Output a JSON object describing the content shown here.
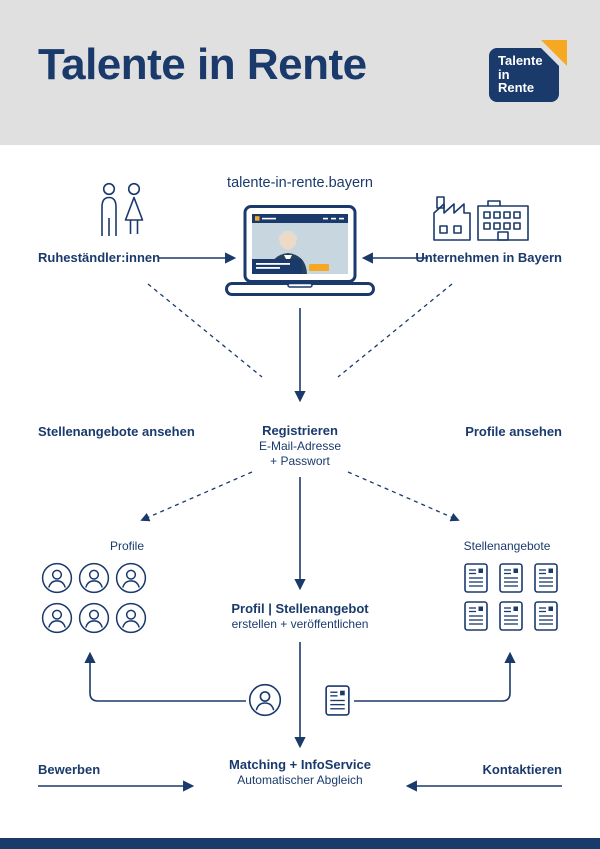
{
  "colors": {
    "navy": "#1a3a6c",
    "orange": "#f7a823",
    "header_bg": "#e0e0e0",
    "screen_photo_bg": "#c8d6df"
  },
  "header": {
    "title": "Talente in Rente",
    "logo_lines": [
      "Talente",
      "in",
      "Rente"
    ]
  },
  "flow": {
    "url": "talente-in-rente.bayern",
    "left_actor": "Ruheständler:innen",
    "right_actor": "Unternehmen in Bayern",
    "left_view": "Stellenangebote ansehen",
    "right_view": "Profile ansehen",
    "register_title": "Registrieren",
    "register_line1": "E-Mail-Adresse",
    "register_line2": "+ Passwort",
    "profiles_label": "Profile",
    "offers_label": "Stellenangebote",
    "profiles_count": 6,
    "offers_count": 6,
    "create_title": "Profil | Stellenangebot",
    "create_sub": "erstellen + veröffentlichen",
    "match_title": "Matching + InfoService",
    "match_sub": "Automatischer Abgleich",
    "apply_label": "Bewerben",
    "contact_label": "Kontaktieren"
  },
  "icons": {
    "left_actor": "couple-icon",
    "right_actor": "factory-icon",
    "website": "laptop-icon",
    "profile": "avatar-icon",
    "job_offer": "document-icon"
  }
}
